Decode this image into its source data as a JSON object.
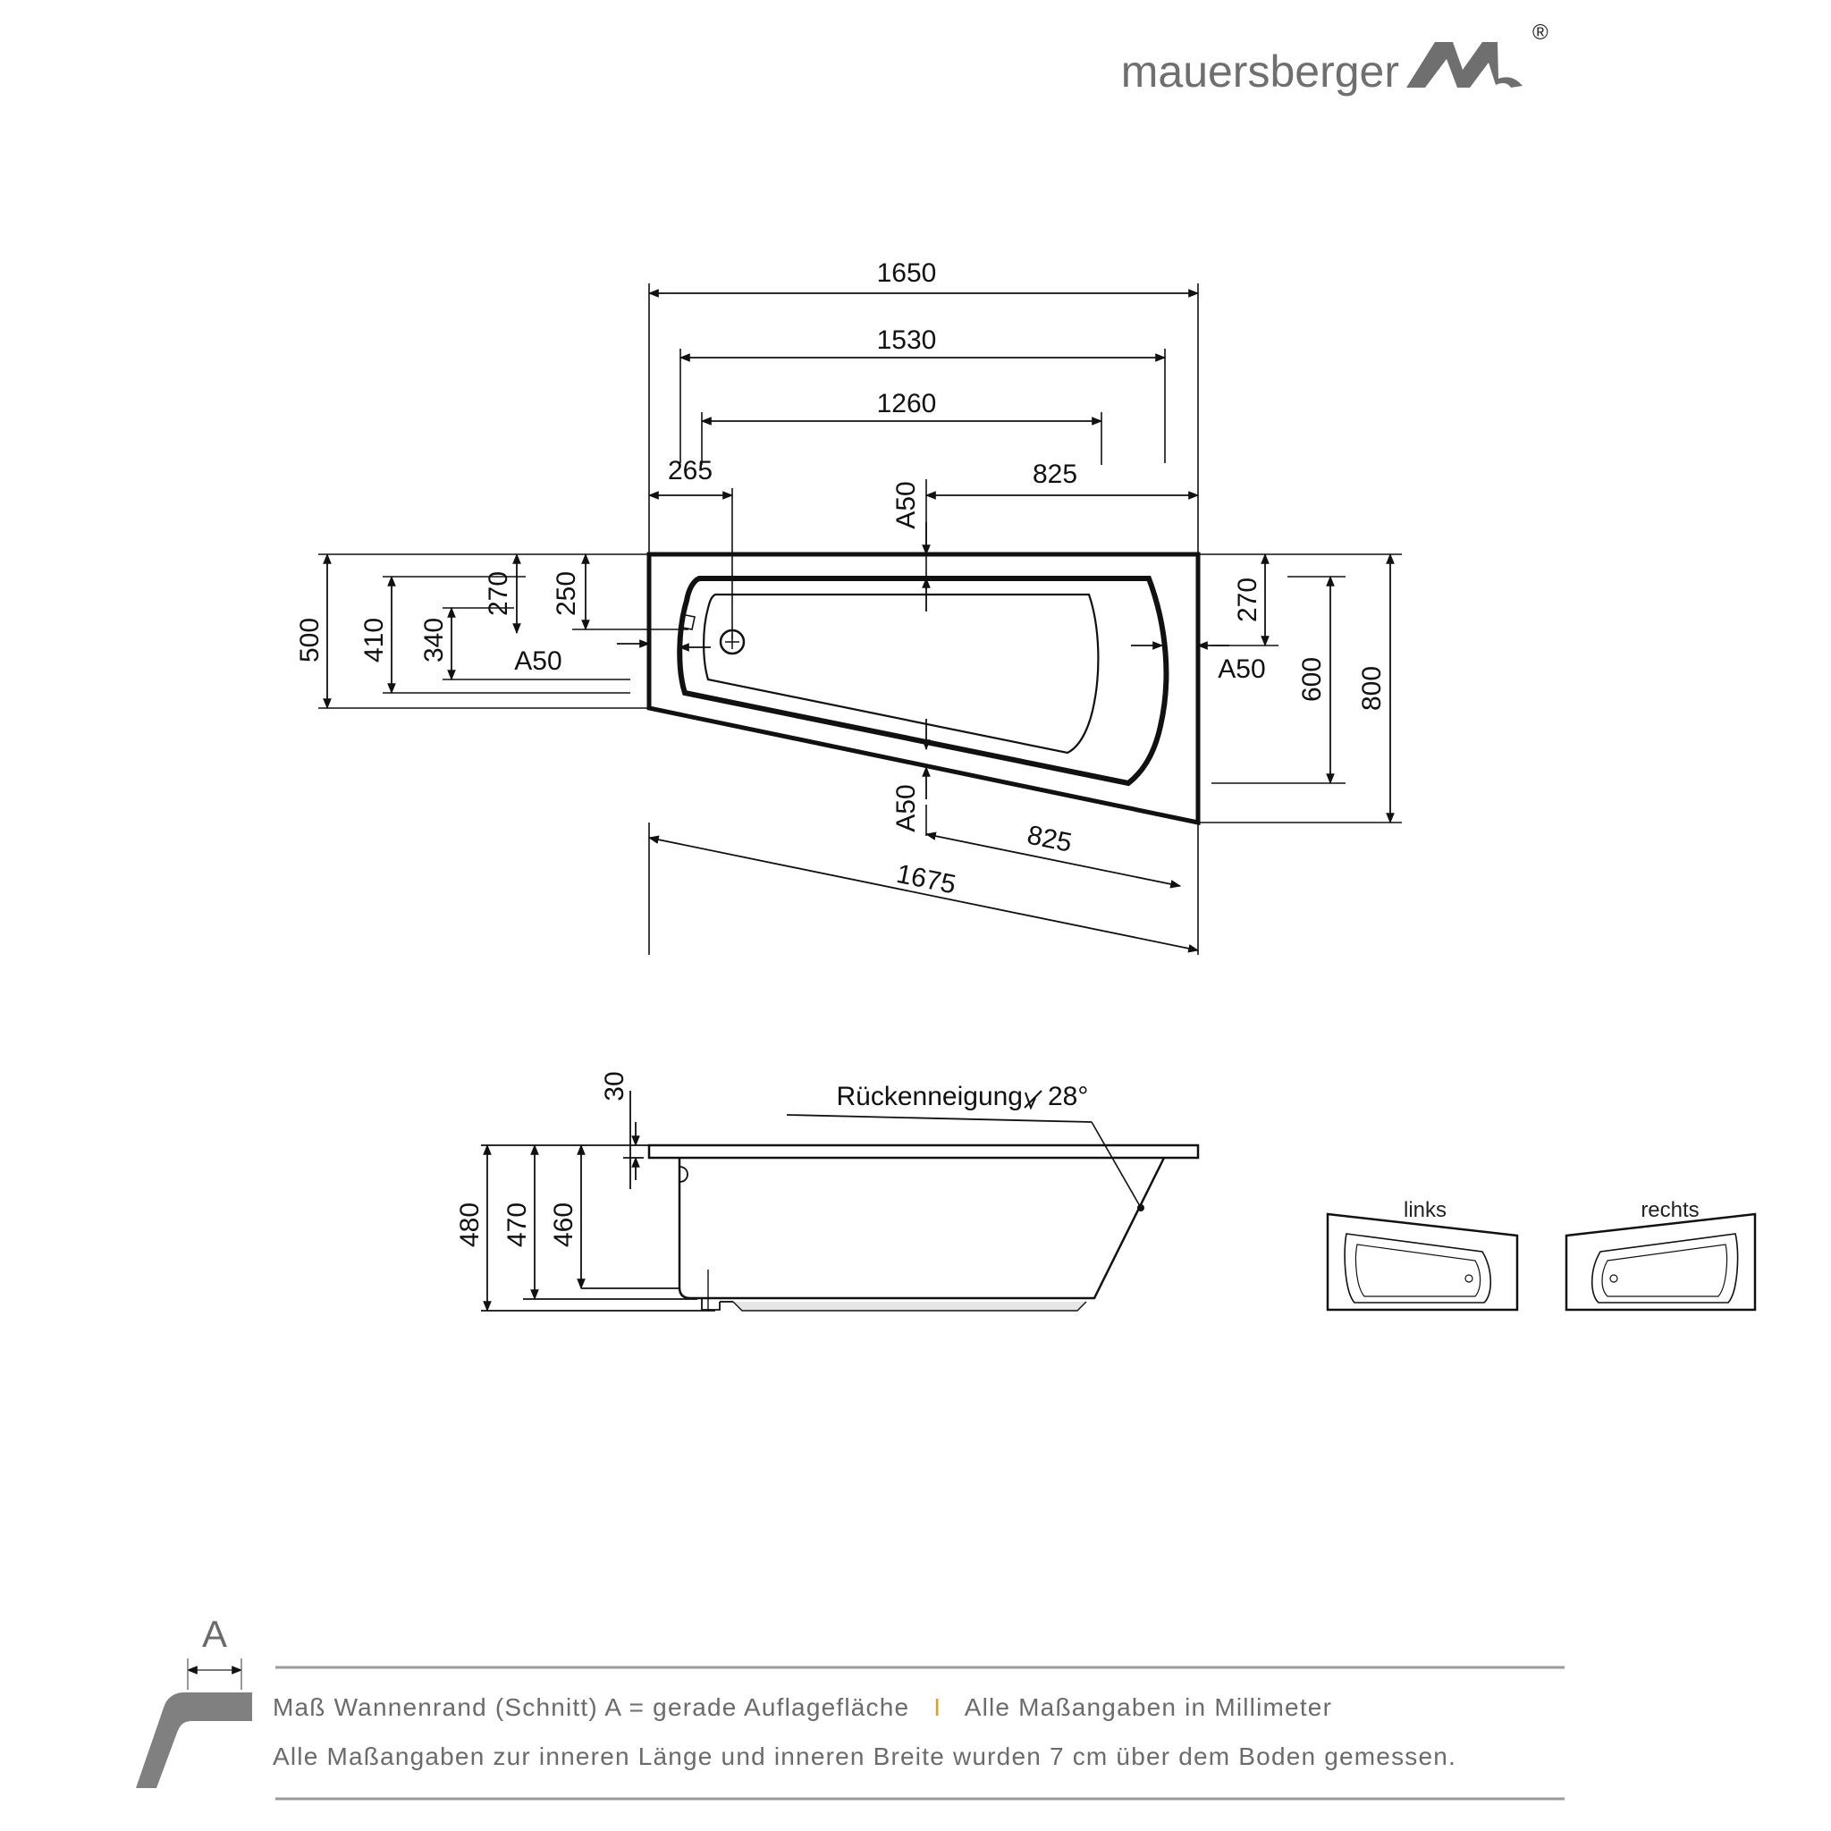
{
  "brand": {
    "name": "mauersberger",
    "registered": "®"
  },
  "top_view": {
    "length_outer": "1650",
    "length_1530": "1530",
    "length_1260": "1260",
    "offset_drain": "265",
    "top_edge_825": "825",
    "bottom_edge_825": "825",
    "diagonal_1675": "1675",
    "a50_top": "A50",
    "a50_left": "A50",
    "a50_right": "A50",
    "a50_bottom": "A50",
    "left_500": "500",
    "left_410": "410",
    "left_340": "340",
    "left_270": "270",
    "left_250": "250",
    "right_270": "270",
    "right_600": "600",
    "right_800": "800"
  },
  "side_view": {
    "rim_30": "30",
    "height_480": "480",
    "height_470": "470",
    "height_460": "460",
    "back_slope_label": "Rückenneigung",
    "back_slope_angle": "28°"
  },
  "variants": {
    "left_label": "links",
    "right_label": "rechts"
  },
  "legend": {
    "a_label": "A"
  },
  "footer": {
    "line1_part1": "Maß Wannenrand (Schnitt) A = gerade Auflagefläche",
    "separator": "I",
    "line1_part2": "Alle Maßangaben in Millimeter",
    "line2": "Alle Maßangaben zur inneren Länge und inneren Breite wurden 7 cm über dem Boden gemessen."
  },
  "colors": {
    "line": "#111111",
    "logo": "#6f6f6f",
    "rule": "#9a9a9a",
    "separator": "#e0a020"
  }
}
